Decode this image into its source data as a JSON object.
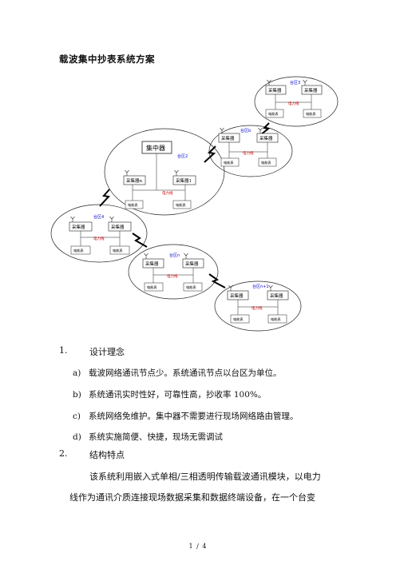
{
  "doc": {
    "title": "载波集中抄表系统方案",
    "page": "1 / 4"
  },
  "diagram": {
    "collector": "采集器",
    "collector_n": "采集器n",
    "collector_1": "采集器1",
    "concentrator": "集中器",
    "power_line": "电力线",
    "meter": "电能表",
    "areas": {
      "area3": "台区3",
      "area2": "台区2",
      "area_b": "台区b",
      "area4": "台区4",
      "area_n": "台区n",
      "area_n1": "台区n+1"
    }
  },
  "sections": [
    {
      "num": "1.",
      "title": "设计理念",
      "items": [
        {
          "label": "a)",
          "text": "载波网络通讯节点少。系统通讯节点以台区为单位。"
        },
        {
          "label": "b)",
          "text": "系统通讯实时性好，可靠性高，抄收率 100%。"
        },
        {
          "label": "c)",
          "text": "系统网络免维护。集中器不需要进行现场网络路由管理。"
        },
        {
          "label": "d)",
          "text": "系统实施简便、快捷，现场无需调试"
        }
      ]
    },
    {
      "num": "2.",
      "title": "结构特点",
      "paragraph": [
        "该系统利用嵌入式单相/三相透明传输载波通讯模块，以电力",
        "线作为通讯介质连接现场数据采集和数据终端设备，在一个台变"
      ]
    }
  ]
}
